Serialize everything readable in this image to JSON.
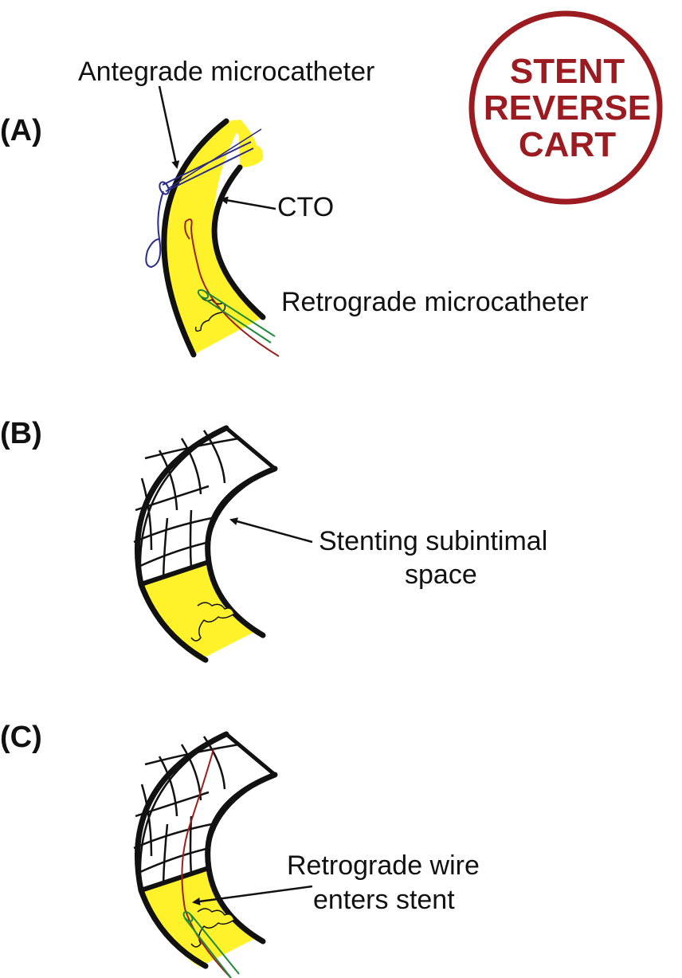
{
  "badge": {
    "lines": [
      "STENT",
      "REVERSE",
      "CART"
    ],
    "color": "#9b1b20"
  },
  "colors": {
    "vessel_fill": "#fff12a",
    "outline": "#111111",
    "antegrade": "#2a2a8c",
    "retrograde_wire": "#9a1f1a",
    "retrograde_catheter": "#1f8a3a"
  },
  "panels": {
    "a": {
      "tag": "(A)",
      "antegrade_label": "Antegrade microcatheter",
      "cto_label": "CTO",
      "retrograde_label": "Retrograde microcatheter"
    },
    "b": {
      "tag": "(B)",
      "stent_label_line1": "Stenting subintimal",
      "stent_label_line2": "space"
    },
    "c": {
      "tag": "(C)",
      "wire_label_line1": "Retrograde wire",
      "wire_label_line2": "enters stent"
    }
  }
}
